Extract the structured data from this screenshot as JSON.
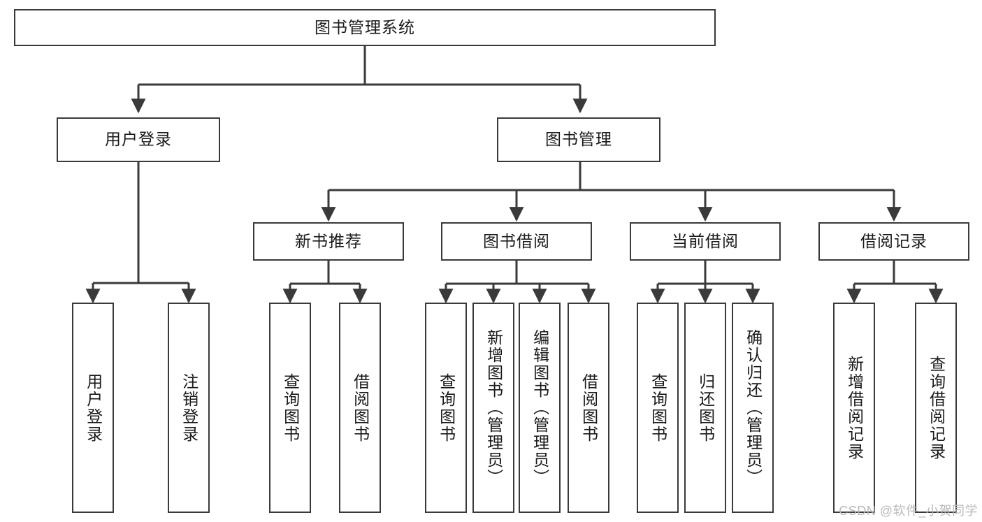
{
  "diagram": {
    "title": "图书管理系统",
    "watermark": "CSDN @软件_小贺同学"
  },
  "nodes": {
    "root": {
      "label": "图书管理系统"
    },
    "level2": [
      {
        "label": "用户登录"
      },
      {
        "label": "图书管理"
      }
    ],
    "level3": [
      {
        "label": "新书推荐"
      },
      {
        "label": "图书借阅"
      },
      {
        "label": "当前借阅"
      },
      {
        "label": "借阅记录"
      }
    ],
    "leaves": {
      "user_login": [
        {
          "label": "用户登录"
        },
        {
          "label": "注销登录"
        }
      ],
      "new_book": [
        {
          "label": "查询图书"
        },
        {
          "label": "借阅图书"
        }
      ],
      "book_borrow": [
        {
          "label": "查询图书"
        },
        {
          "label": "新增图书（管理员）"
        },
        {
          "label": "编辑图书（管理员）"
        },
        {
          "label": "借阅图书"
        }
      ],
      "current_borrow": [
        {
          "label": "查询图书"
        },
        {
          "label": "归还图书"
        },
        {
          "label": "确认归还（管理员）"
        }
      ],
      "borrow_record": [
        {
          "label": "新增借阅记录"
        },
        {
          "label": "查询借阅记录"
        }
      ]
    }
  },
  "style": {
    "border_color": "#3a3a3a",
    "line_color": "#3a3a3a",
    "text_color": "#1a1a1a",
    "background": "#ffffff",
    "watermark_color": "#b9b9b9"
  }
}
